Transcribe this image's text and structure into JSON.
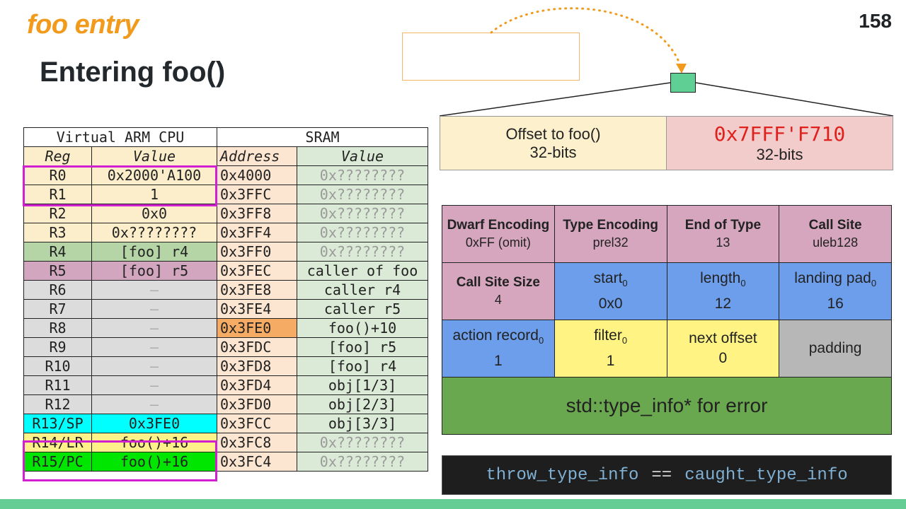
{
  "header": {
    "section": "foo entry",
    "title": "Entering foo()",
    "page_number": "158"
  },
  "mem_table": {
    "cpu_header": "Virtual ARM CPU",
    "sram_header": "SRAM",
    "col_reg": "Reg",
    "col_value": "Value",
    "col_address": "Address",
    "col_sram_value": "Value",
    "rows": [
      {
        "reg": "R0",
        "value": "0x2000'A100",
        "address": "0x4000",
        "sram": "0x????????"
      },
      {
        "reg": "R1",
        "value": "1",
        "address": "0x3FFC",
        "sram": "0x????????"
      },
      {
        "reg": "R2",
        "value": "0x0",
        "address": "0x3FF8",
        "sram": "0x????????"
      },
      {
        "reg": "R3",
        "value": "0x????????",
        "address": "0x3FF4",
        "sram": "0x????????"
      },
      {
        "reg": "R4",
        "value": "[foo] r4",
        "address": "0x3FF0",
        "sram": "0x????????"
      },
      {
        "reg": "R5",
        "value": "[foo] r5",
        "address": "0x3FEC",
        "sram": "caller of foo"
      },
      {
        "reg": "R6",
        "value": "–",
        "address": "0x3FE8",
        "sram": "caller r4"
      },
      {
        "reg": "R7",
        "value": "–",
        "address": "0x3FE4",
        "sram": "caller r5"
      },
      {
        "reg": "R8",
        "value": "–",
        "address": "0x3FE0",
        "sram": "foo()+10"
      },
      {
        "reg": "R9",
        "value": "–",
        "address": "0x3FDC",
        "sram": "[foo] r5"
      },
      {
        "reg": "R10",
        "value": "–",
        "address": "0x3FD8",
        "sram": "[foo] r4"
      },
      {
        "reg": "R11",
        "value": "–",
        "address": "0x3FD4",
        "sram": "obj[1/3]"
      },
      {
        "reg": "R12",
        "value": "–",
        "address": "0x3FD0",
        "sram": "obj[2/3]"
      },
      {
        "reg": "R13/SP",
        "value": "0x3FE0",
        "address": "0x3FCC",
        "sram": "obj[3/3]"
      },
      {
        "reg": "R14/LR",
        "value": "foo()+16",
        "address": "0x3FC8",
        "sram": "0x????????"
      },
      {
        "reg": "R15/PC",
        "value": "foo()+16",
        "address": "0x3FC4",
        "sram": "0x????????"
      }
    ],
    "highlight_color": "#d020d0"
  },
  "entry": {
    "left_label": "Offset to foo()",
    "left_bits": "32-bits",
    "right_value": "0x7FFF'F710",
    "right_bits": "32-bits"
  },
  "lsda": {
    "row1": [
      {
        "label": "Dwarf Encoding",
        "value": "0xFF (omit)"
      },
      {
        "label": "Type Encoding",
        "value": "prel32"
      },
      {
        "label": "End of Type",
        "value": "13"
      },
      {
        "label": "Call Site",
        "value": "uleb128"
      }
    ],
    "row2": [
      {
        "label": "Call Site Size",
        "value": "4"
      },
      {
        "label": "start",
        "sub": "0",
        "value": "0x0"
      },
      {
        "label": "length",
        "sub": "0",
        "value": "12"
      },
      {
        "label": "landing pad",
        "sub": "0",
        "value": "16"
      }
    ],
    "row3": [
      {
        "label": "action record",
        "sub": "0",
        "value": "1"
      },
      {
        "label": "filter",
        "sub": "0",
        "value": "1"
      },
      {
        "label": "next offset",
        "value": "0"
      },
      {
        "label": "padding"
      }
    ],
    "type_info": "std::type_info* for error"
  },
  "code": {
    "lhs": "throw_type_info",
    "op": "==",
    "rhs": "caught_type_info"
  },
  "colors": {
    "accent_orange": "#f29a1c",
    "bottom_bar": "#63cd93",
    "hex_red": "#e0201c"
  }
}
